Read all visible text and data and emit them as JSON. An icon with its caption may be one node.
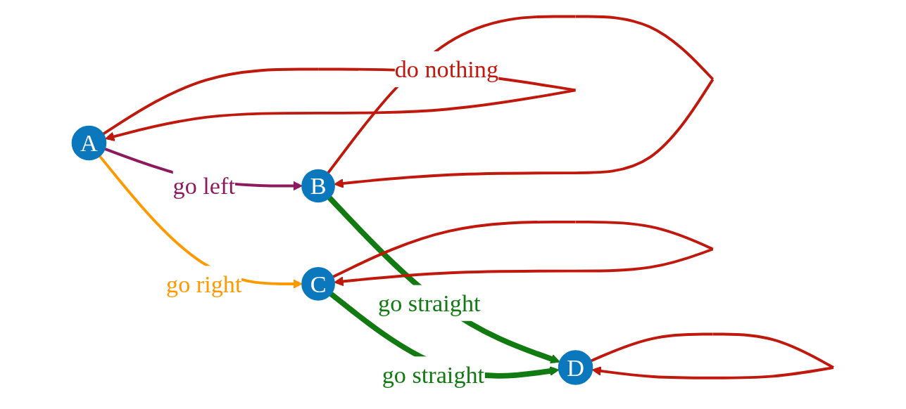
{
  "diagram": {
    "nodes": [
      {
        "text": [
          "A"
        ]
      },
      {
        "text": [
          "B"
        ]
      },
      {
        "text": [
          "C"
        ]
      },
      {
        "text": [
          "D"
        ]
      }
    ],
    "edges": [
      {
        "from": 0,
        "to": 0,
        "arrow": "to",
        "label": "do nothing"
      },
      {
        "from": 0,
        "to": 1,
        "arrow": "to",
        "label": "go left",
        "color": "#8e1a5e"
      },
      {
        "from": 0,
        "to": 2,
        "arrow": "to",
        "label": "go right",
        "color": "#ff9900"
      },
      {
        "from": 1,
        "to": 3,
        "arrow": "to",
        "label": "go straight",
        "style": "thick",
        "color": "#117a11"
      },
      {
        "from": 1,
        "to": 1,
        "arrow": "to"
      },
      {
        "from": 2,
        "to": 2,
        "arrow": "to"
      },
      {
        "from": 2,
        "to": 3,
        "arrow": "to",
        "label": "go straight",
        "style": "thick",
        "color": "#117a11"
      },
      {
        "from": 3,
        "to": 3,
        "arrow": "to"
      }
    ]
  }
}
